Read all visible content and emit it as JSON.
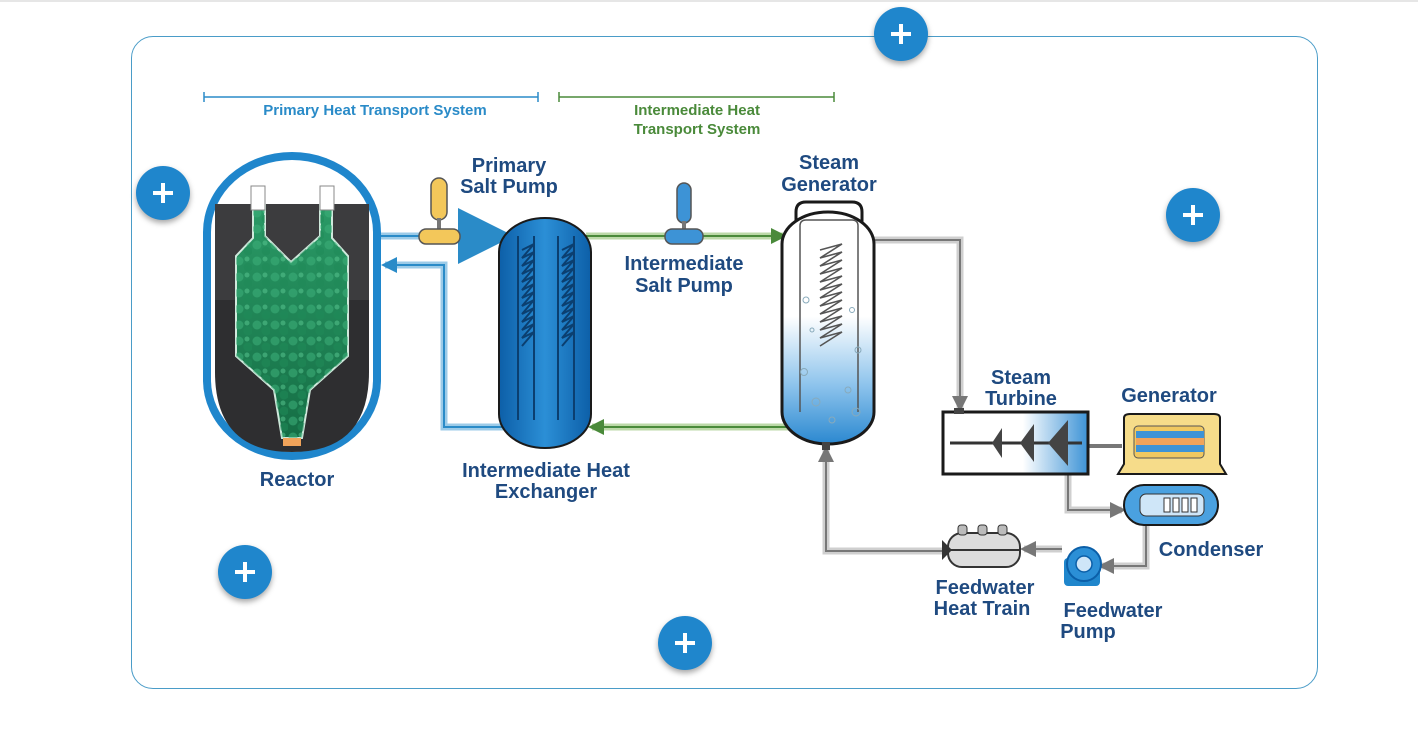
{
  "systems": {
    "primary": "Primary Heat Transport System",
    "intermediate_line1": "Intermediate Heat",
    "intermediate_line2": "Transport System"
  },
  "components": {
    "reactor": "Reactor",
    "primary_pump_1": "Primary",
    "primary_pump_2": "Salt Pump",
    "ihx_1": "Intermediate Heat",
    "ihx_2": "Exchanger",
    "int_pump_1": "Intermediate",
    "int_pump_2": "Salt Pump",
    "sg_1": "Steam",
    "sg_2": "Generator",
    "turbine_1": "Steam",
    "turbine_2": "Turbine",
    "generator": "Generator",
    "condenser": "Condenser",
    "fw_heat_1": "Feedwater",
    "fw_heat_2": "Heat Train",
    "fw_pump_1": "Feedwater",
    "fw_pump_2": "Pump"
  },
  "colors": {
    "accent": "#1f86cc",
    "label": "#1f4a80",
    "primary_line": "#2a8bc8",
    "intermediate_line": "#4a8a3a",
    "frame": "#4a9cc8",
    "fuel": "#1e8a5a",
    "pump_yellow": "#f3c75a"
  },
  "hotspots": [
    {
      "name": "hotspot-top",
      "icon": "plus-icon"
    },
    {
      "name": "hotspot-reactor",
      "icon": "plus-icon"
    },
    {
      "name": "hotspot-generator",
      "icon": "plus-icon"
    },
    {
      "name": "hotspot-bottom-left",
      "icon": "plus-icon"
    },
    {
      "name": "hotspot-bottom-center",
      "icon": "plus-icon"
    }
  ]
}
